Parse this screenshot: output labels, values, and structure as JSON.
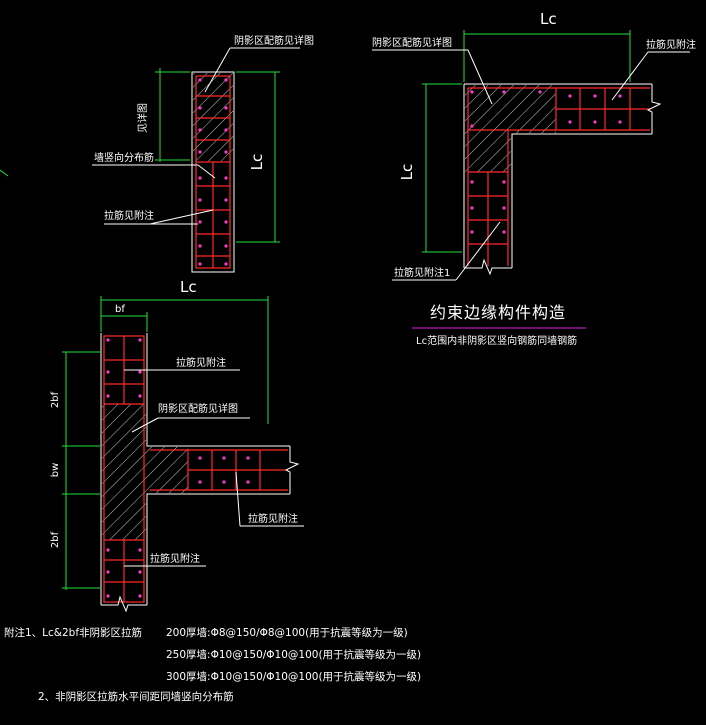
{
  "details": {
    "top_left": {
      "label_hatched": "阴影区配筋见详图",
      "label_see": "见详图",
      "label_vertical_bars": "墙竖向分布筋",
      "label_ties": "拉筋见附注",
      "dim_lc": "Lc",
      "dim_lc_bottom": "Lc"
    },
    "top_right": {
      "label_hatched": "阴影区配筋见详图",
      "label_ties_top": "拉筋见附注",
      "label_ties_bottom": "拉筋见附注1",
      "dim_lc_top": "Lc",
      "dim_lc_side": "Lc",
      "title": "约束边缘构件构造",
      "subtitle": "Lc范围内非阴影区竖向钢筋同墙钢筋"
    },
    "bottom": {
      "dim_bf": "bf",
      "dim_2bf_top": "2bf",
      "dim_bw": "bw",
      "dim_2bf_bottom": "2bf",
      "label_ties_1": "拉筋见附注",
      "label_hatched": "阴影区配筋见详图",
      "label_ties_2": "拉筋见附注",
      "label_ties_3": "拉筋见附注"
    }
  },
  "notes": {
    "line1_head": "附注1、Lc&2bf非阴影区拉筋",
    "line1_spec": "200厚墙:Φ8@150/Φ8@100(用于抗震等级为一级)",
    "line2_spec": "250厚墙:Φ10@150/Φ10@100(用于抗震等级为一级)",
    "line3_spec": "300厚墙:Φ10@150/Φ10@100(用于抗震等级为一级)",
    "line4": "2、非阴影区拉筋水平间距同墙竖向分布筋"
  },
  "colors": {
    "background": "#000000",
    "dimension": "#22e03a",
    "outline": "#ffffff",
    "rebar": "#ff2a2a",
    "leader": "#e020e0"
  }
}
